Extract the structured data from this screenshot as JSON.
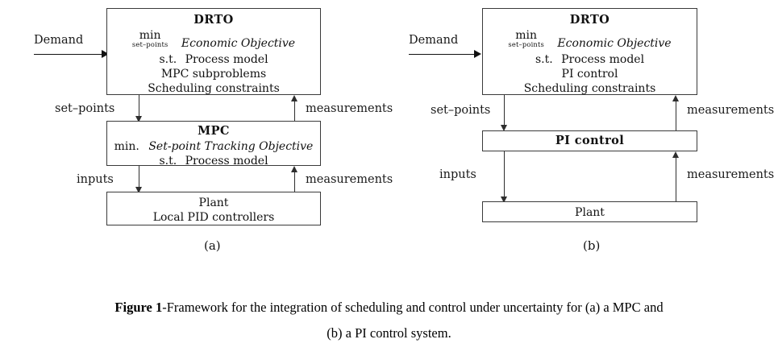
{
  "figure": {
    "caption_label": "Figure 1",
    "caption_separator": "-",
    "caption_line1": "Framework for the integration of scheduling and control under uncertainty for (a) a MPC and",
    "caption_line2": "(b) a PI control system."
  },
  "panel_a": {
    "sublabel": "(a)",
    "demand_label": "Demand",
    "drto": {
      "title": "DRTO",
      "min_operator": "min",
      "min_subscript": "set–points",
      "objective": "Economic Objective",
      "constraint_prefix": "s.t.",
      "constraint_1": "Process model",
      "constraint_2": "MPC subproblems",
      "constraint_3": "Scheduling constraints"
    },
    "mpc": {
      "title": "MPC",
      "min_operator": "min.",
      "objective": "Set-point Tracking Objective",
      "constraint_prefix": "s.t.",
      "constraint_1": "Process model"
    },
    "plant": {
      "title": "Plant",
      "subtitle": "Local PID controllers"
    },
    "edges": {
      "setpoints": "set–points",
      "measurements_upper": "measurements",
      "inputs": "inputs",
      "measurements_lower": "measurements"
    }
  },
  "panel_b": {
    "sublabel": "(b)",
    "demand_label": "Demand",
    "drto": {
      "title": "DRTO",
      "min_operator": "min",
      "min_subscript": "set–points",
      "objective": "Economic Objective",
      "constraint_prefix": "s.t.",
      "constraint_1": "Process model",
      "constraint_2": "PI control",
      "constraint_3": "Scheduling constraints"
    },
    "pi": {
      "title": "PI control"
    },
    "plant": {
      "title": "Plant"
    },
    "edges": {
      "setpoints": "set–points",
      "measurements_upper": "measurements",
      "inputs": "inputs",
      "measurements_lower": "measurements"
    }
  },
  "colors": {
    "box_border": "#3a3a3a",
    "connector": "#2e2e2e",
    "text": "#111111",
    "background": "#ffffff"
  }
}
